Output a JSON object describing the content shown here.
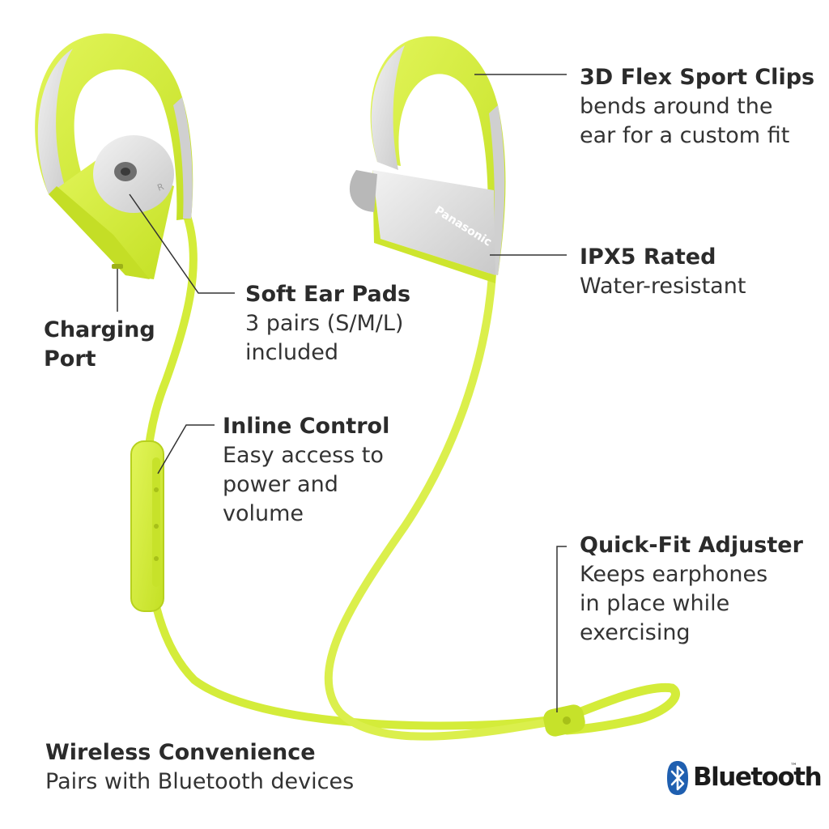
{
  "brand": "Panasonic",
  "earbud_mark": "R",
  "callouts": {
    "flex_clips": {
      "title": "3D Flex Sport Clips",
      "desc": "bends around the\near for a custom fit"
    },
    "ipx5": {
      "title": "IPX5 Rated",
      "desc": "Water-resistant"
    },
    "ear_pads": {
      "title": "Soft Ear Pads",
      "desc": "3 pairs (S/M/L)\nincluded"
    },
    "charging": {
      "title": "Charging\nPort"
    },
    "inline": {
      "title": "Inline Control",
      "desc": "Easy access to\npower and\nvolume"
    },
    "adjuster": {
      "title": "Quick-Fit Adjuster",
      "desc": "Keeps earphones\nin place while\nexercising"
    },
    "wireless": {
      "title": "Wireless Convenience",
      "desc": "Pairs with Bluetooth devices"
    }
  },
  "bluetooth": {
    "word": "Bluetooth",
    "tm": "™"
  },
  "colors": {
    "lime": "#d6ee3c",
    "lime_dark": "#b5cf1e",
    "grey": "#d9d9d9",
    "text": "#333333"
  }
}
